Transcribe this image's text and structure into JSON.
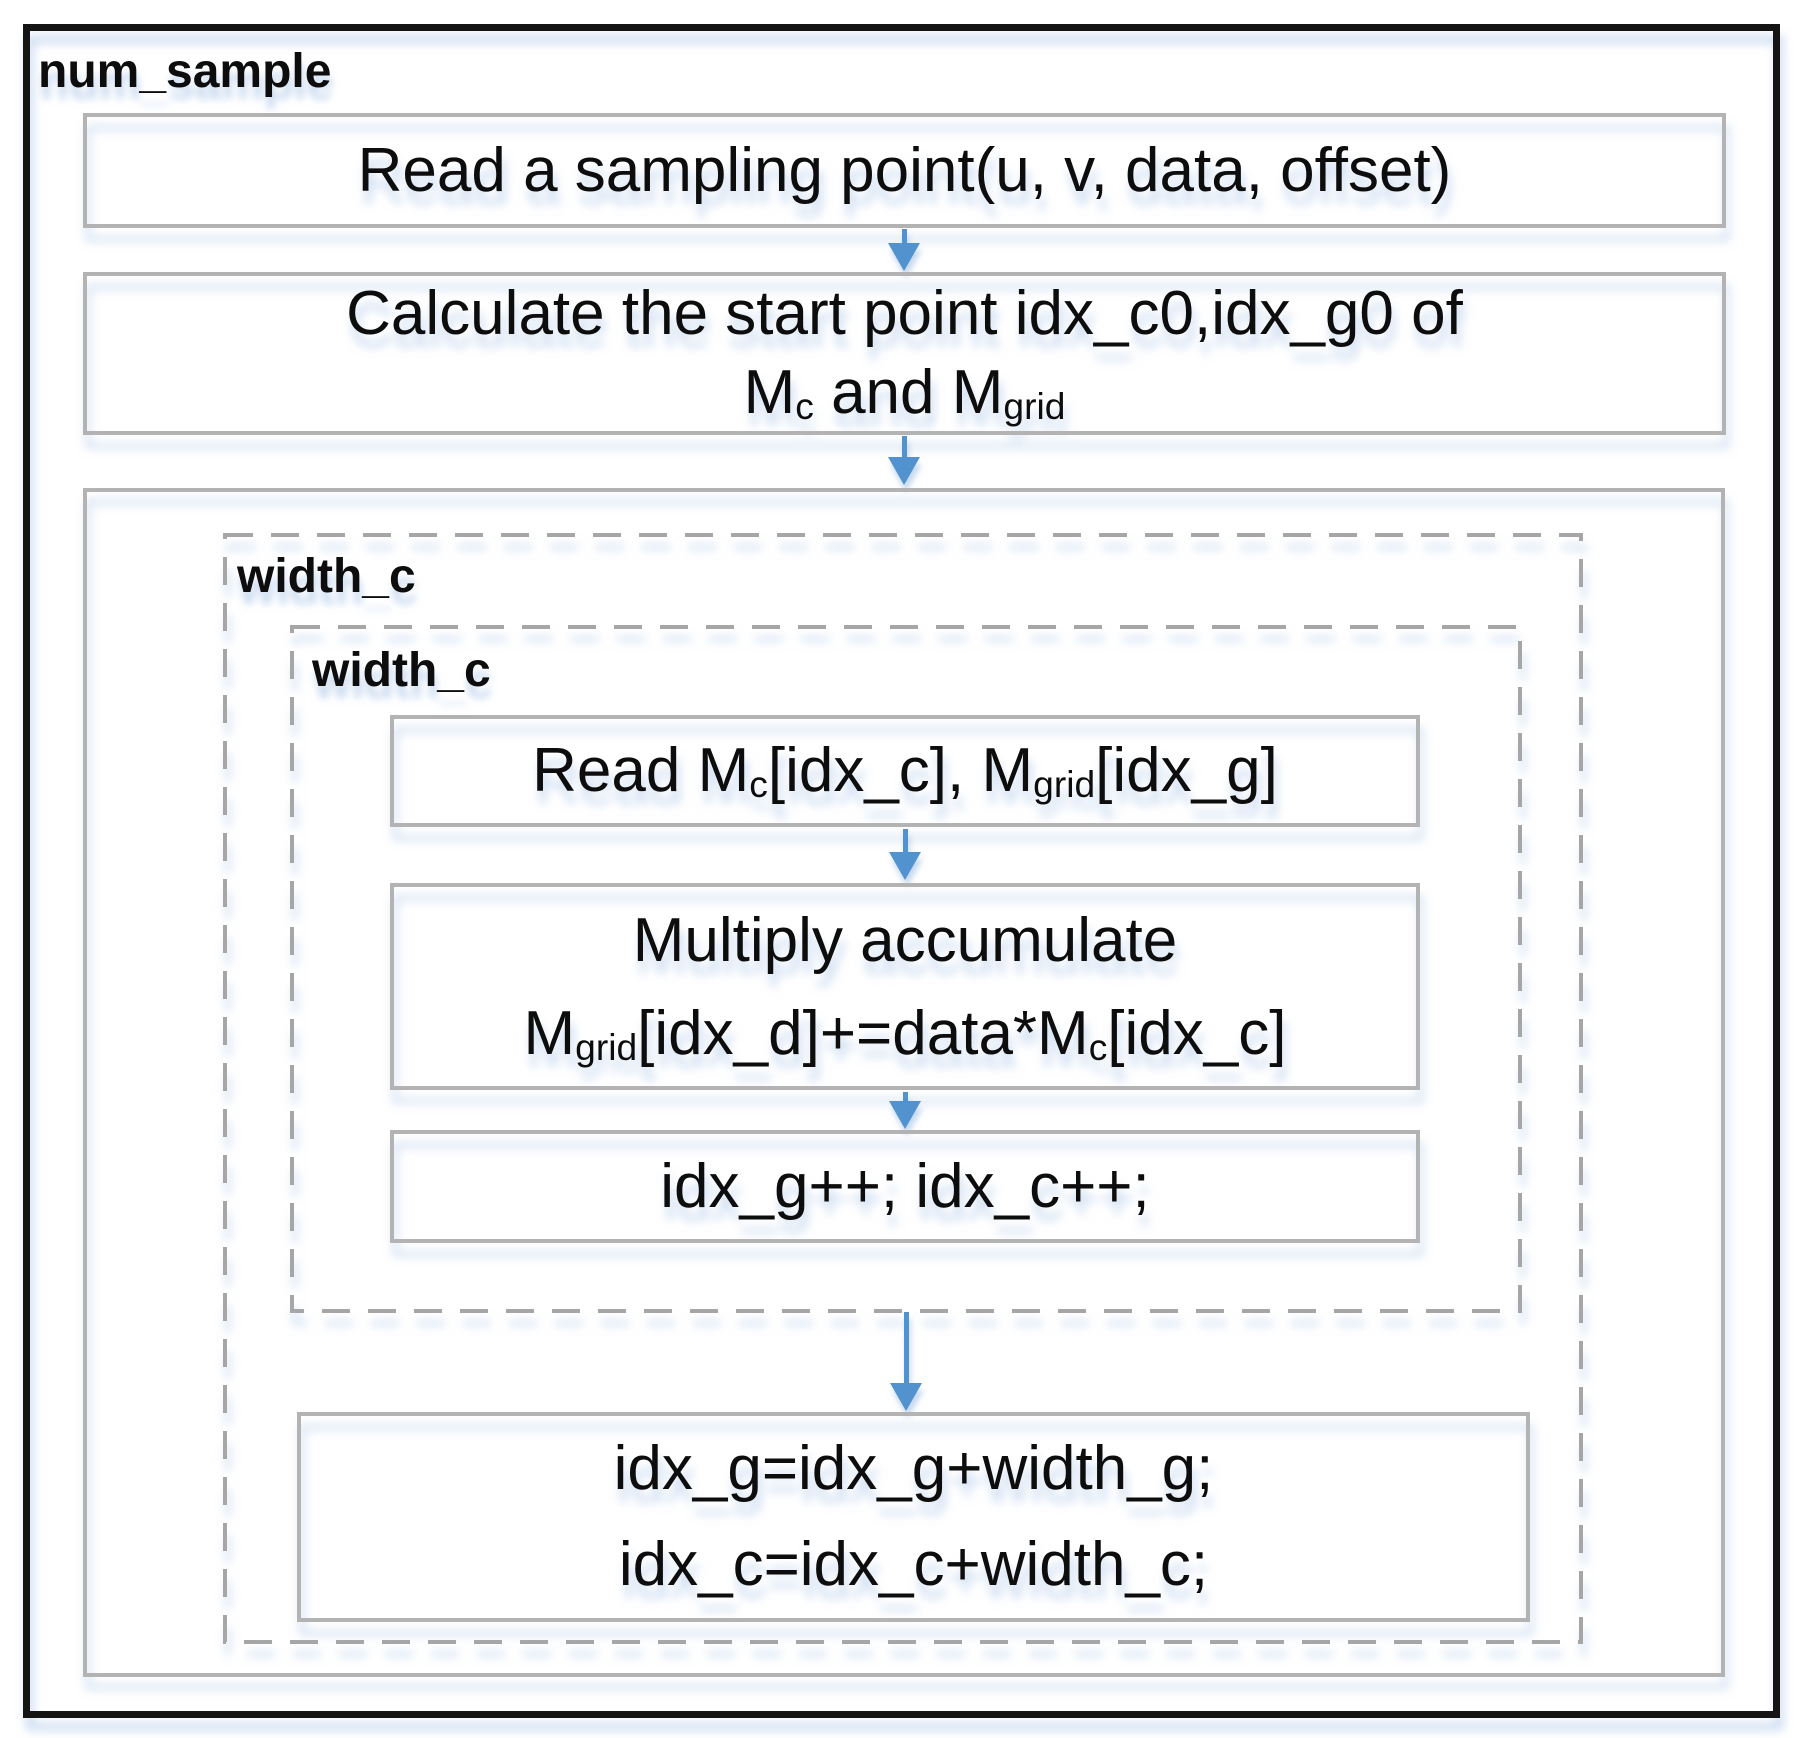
{
  "colors": {
    "arrow": "#5292cf",
    "box-border": "#b3b3b3",
    "dash-border": "#a6a6a6",
    "frame-border": "#141414",
    "shadow": "rgba(151,184,226,0.55)"
  },
  "flowchart": {
    "outer_loop_label": "num_sample",
    "outer_width_loop_label": "width_c",
    "inner_width_loop_label": "width_c",
    "read_sample": "Read a sampling point(u, v, data, offset)",
    "calc_start_line1": "Calculate the start point idx_c0,idx_g0 of",
    "calc_start_line2": [
      {
        "t": "M"
      },
      {
        "t": "c",
        "sub": true
      },
      {
        "t": " and M"
      },
      {
        "t": "grid",
        "sub": true
      }
    ],
    "read_matrices": [
      {
        "t": "Read M"
      },
      {
        "t": "c",
        "sub": true
      },
      {
        "t": "[idx_c], M"
      },
      {
        "t": "grid",
        "sub": true
      },
      {
        "t": "[idx_g]"
      }
    ],
    "multiply_line1": "Multiply accumulate",
    "multiply_line2": [
      {
        "t": "M"
      },
      {
        "t": "grid",
        "sub": true
      },
      {
        "t": "[idx_d]+=data*M"
      },
      {
        "t": "c",
        "sub": true
      },
      {
        "t": "[idx_c]"
      }
    ],
    "increment": "idx_g++; idx_c++;",
    "advance_line1": "idx_g=idx_g+width_g;",
    "advance_line2": "idx_c=idx_c+width_c;"
  }
}
